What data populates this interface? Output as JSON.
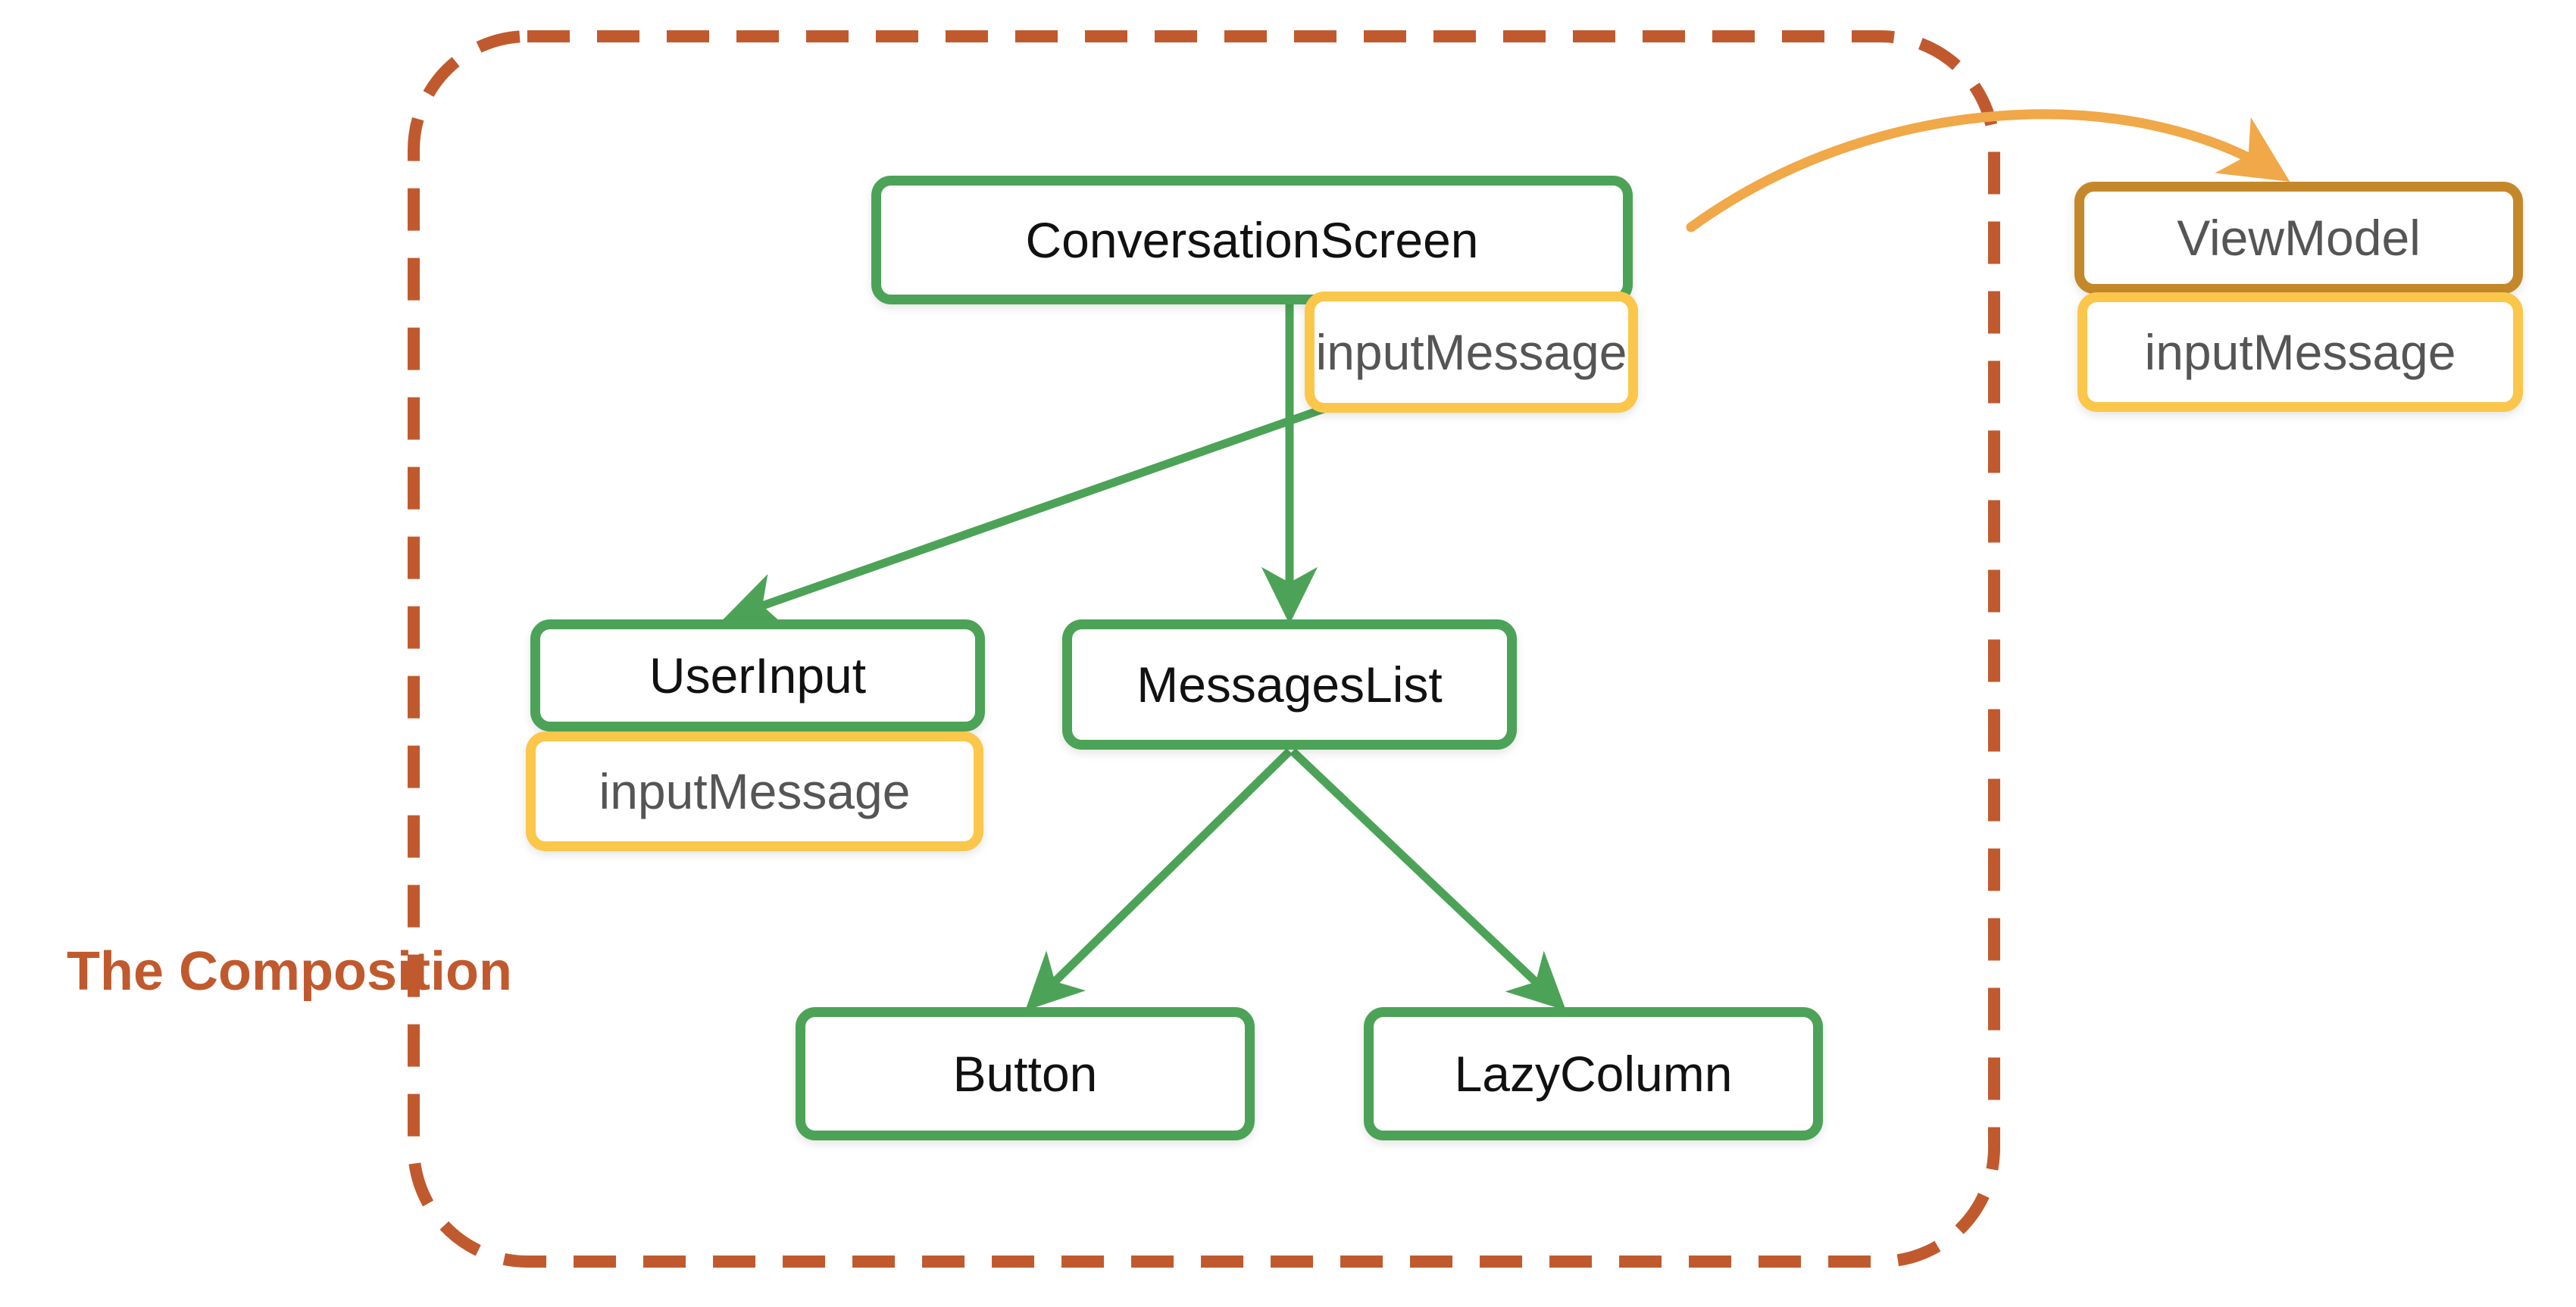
{
  "diagram": {
    "title_caption": "The Composition",
    "scope_border_color": "#C05A2E",
    "composable_color": "#4CA357",
    "state_color": "#FBC74B",
    "viewmodel_color": "#C4882B",
    "state_arrow_color": "#F0A848"
  },
  "nodes": {
    "conversation_screen": {
      "label": "ConversationScreen",
      "kind": "composable"
    },
    "conversation_screen_state": {
      "label": "inputMessage",
      "kind": "state"
    },
    "view_model": {
      "label": "ViewModel",
      "kind": "viewmodel"
    },
    "view_model_state": {
      "label": "inputMessage",
      "kind": "state"
    },
    "user_input": {
      "label": "UserInput",
      "kind": "composable"
    },
    "user_input_state": {
      "label": "inputMessage",
      "kind": "state"
    },
    "messages_list": {
      "label": "MessagesList",
      "kind": "composable"
    },
    "button": {
      "label": "Button",
      "kind": "composable"
    },
    "lazy_column": {
      "label": "LazyColumn",
      "kind": "composable"
    }
  },
  "edges": [
    {
      "from": "conversation_screen",
      "to": "user_input",
      "color": "#4CA357"
    },
    {
      "from": "conversation_screen",
      "to": "messages_list",
      "color": "#4CA357"
    },
    {
      "from": "messages_list",
      "to": "button",
      "color": "#4CA357"
    },
    {
      "from": "messages_list",
      "to": "lazy_column",
      "color": "#4CA357"
    },
    {
      "from": "conversation_screen",
      "to": "view_model",
      "color": "#F0A848"
    }
  ]
}
